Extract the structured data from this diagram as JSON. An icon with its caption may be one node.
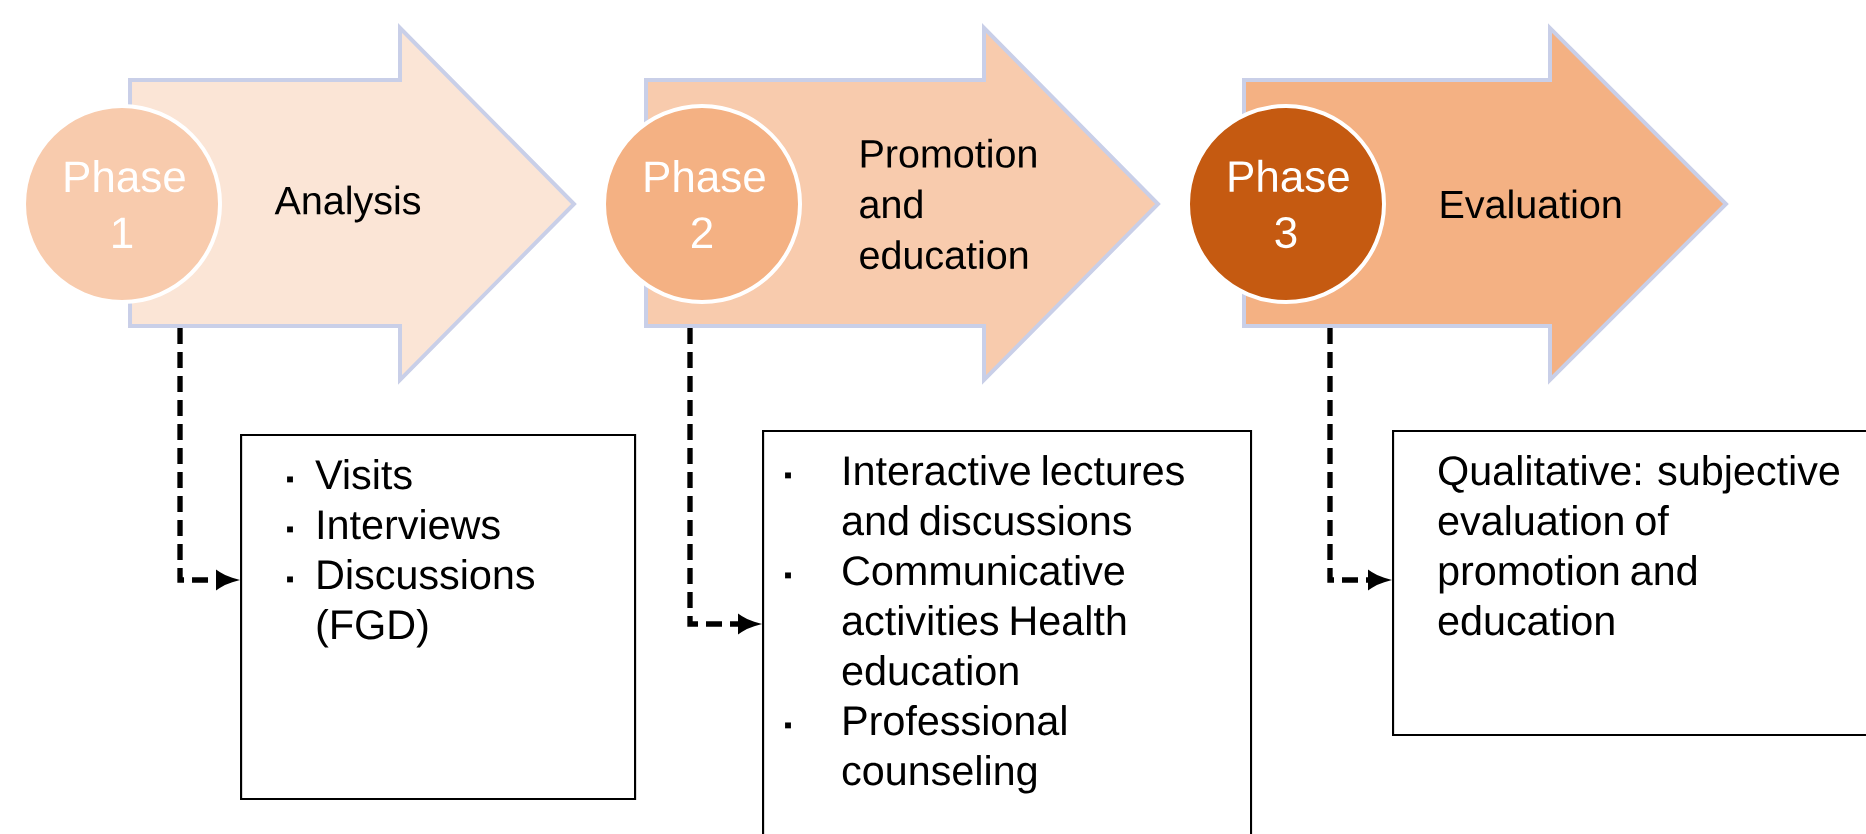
{
  "diagram": {
    "nodes": [
      {
        "text": [
          "Phase 1"
        ]
      },
      {
        "text": [
          "Analysis"
        ]
      },
      {
        "text": [
          "Phase 2"
        ]
      },
      {
        "text": [
          "Promotion and education"
        ]
      },
      {
        "text": [
          "Phase 3"
        ]
      },
      {
        "text": [
          "Evaluation"
        ]
      },
      {
        "text": [
          "Visits",
          "Interviews",
          "Discussions (FGD)"
        ]
      },
      {
        "text": [
          "Interactive lectures and discussions",
          "Communicative activities Health education",
          "Professional counseling"
        ]
      },
      {
        "text": [
          "Qualitative: subjective evaluation of promotion and education"
        ]
      }
    ],
    "edges": [
      {
        "from": 1,
        "to": 6,
        "arrow": "to",
        "style": "dashed"
      },
      {
        "from": 3,
        "to": 7,
        "arrow": "to",
        "style": "dashed"
      },
      {
        "from": 5,
        "to": 8,
        "arrow": "to",
        "style": "dashed"
      }
    ]
  }
}
